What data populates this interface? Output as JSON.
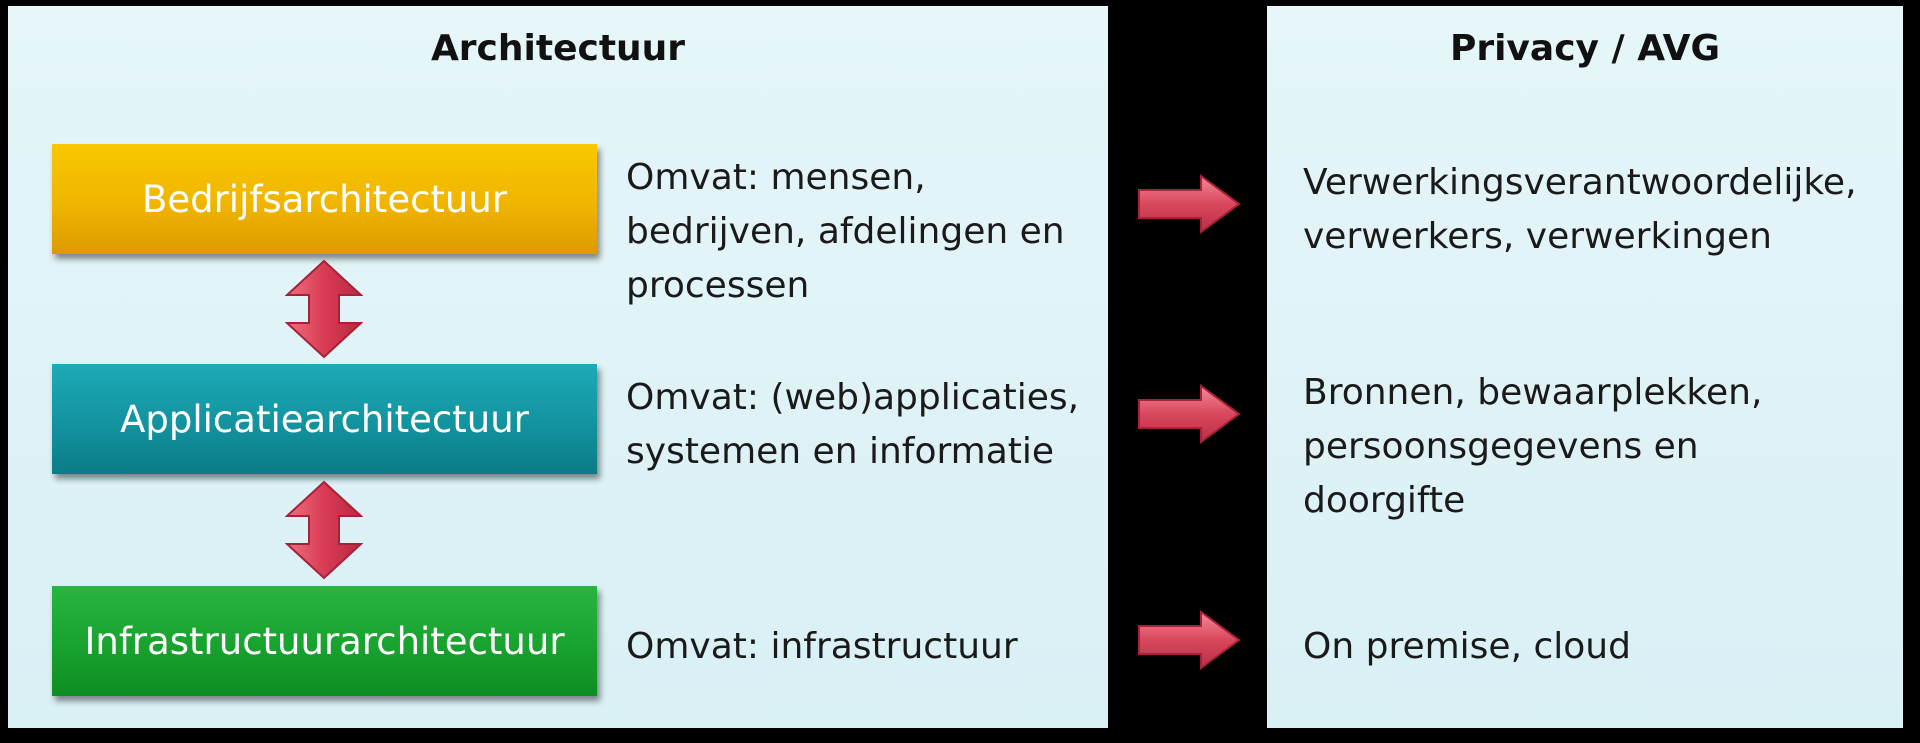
{
  "architecture": {
    "title": "Architectuur",
    "layers": [
      {
        "label": "Bedrijfsarchitectuur",
        "description": [
          "Omvat: mensen,",
          "bedrijven, afdelingen en",
          "processen"
        ]
      },
      {
        "label": "Applicatiearchitectuur",
        "description": [
          "Omvat: (web)applicaties,",
          "systemen en informatie"
        ]
      },
      {
        "label": "Infrastructuurarchitectuur",
        "description": [
          "Omvat: infrastructuur"
        ]
      }
    ]
  },
  "privacy": {
    "title": "Privacy / AVG",
    "items": [
      [
        "Verwerkingsverantwoordelijke,",
        "verwerkers, verwerkingen"
      ],
      [
        "Bronnen, bewaarplekken,",
        "persoonsgegevens en",
        "doorgifte"
      ],
      [
        "On premise, cloud"
      ]
    ]
  },
  "colors": {
    "background": "#000000",
    "panel": "#e0f4f8",
    "bedrijf": "#f0b500",
    "applicatie": "#12939f",
    "infra": "#18a22e",
    "arrow": "#d9475c"
  },
  "icons": {
    "vertical_connector": "double-headed-arrow",
    "mapping_connector": "right-arrow"
  }
}
